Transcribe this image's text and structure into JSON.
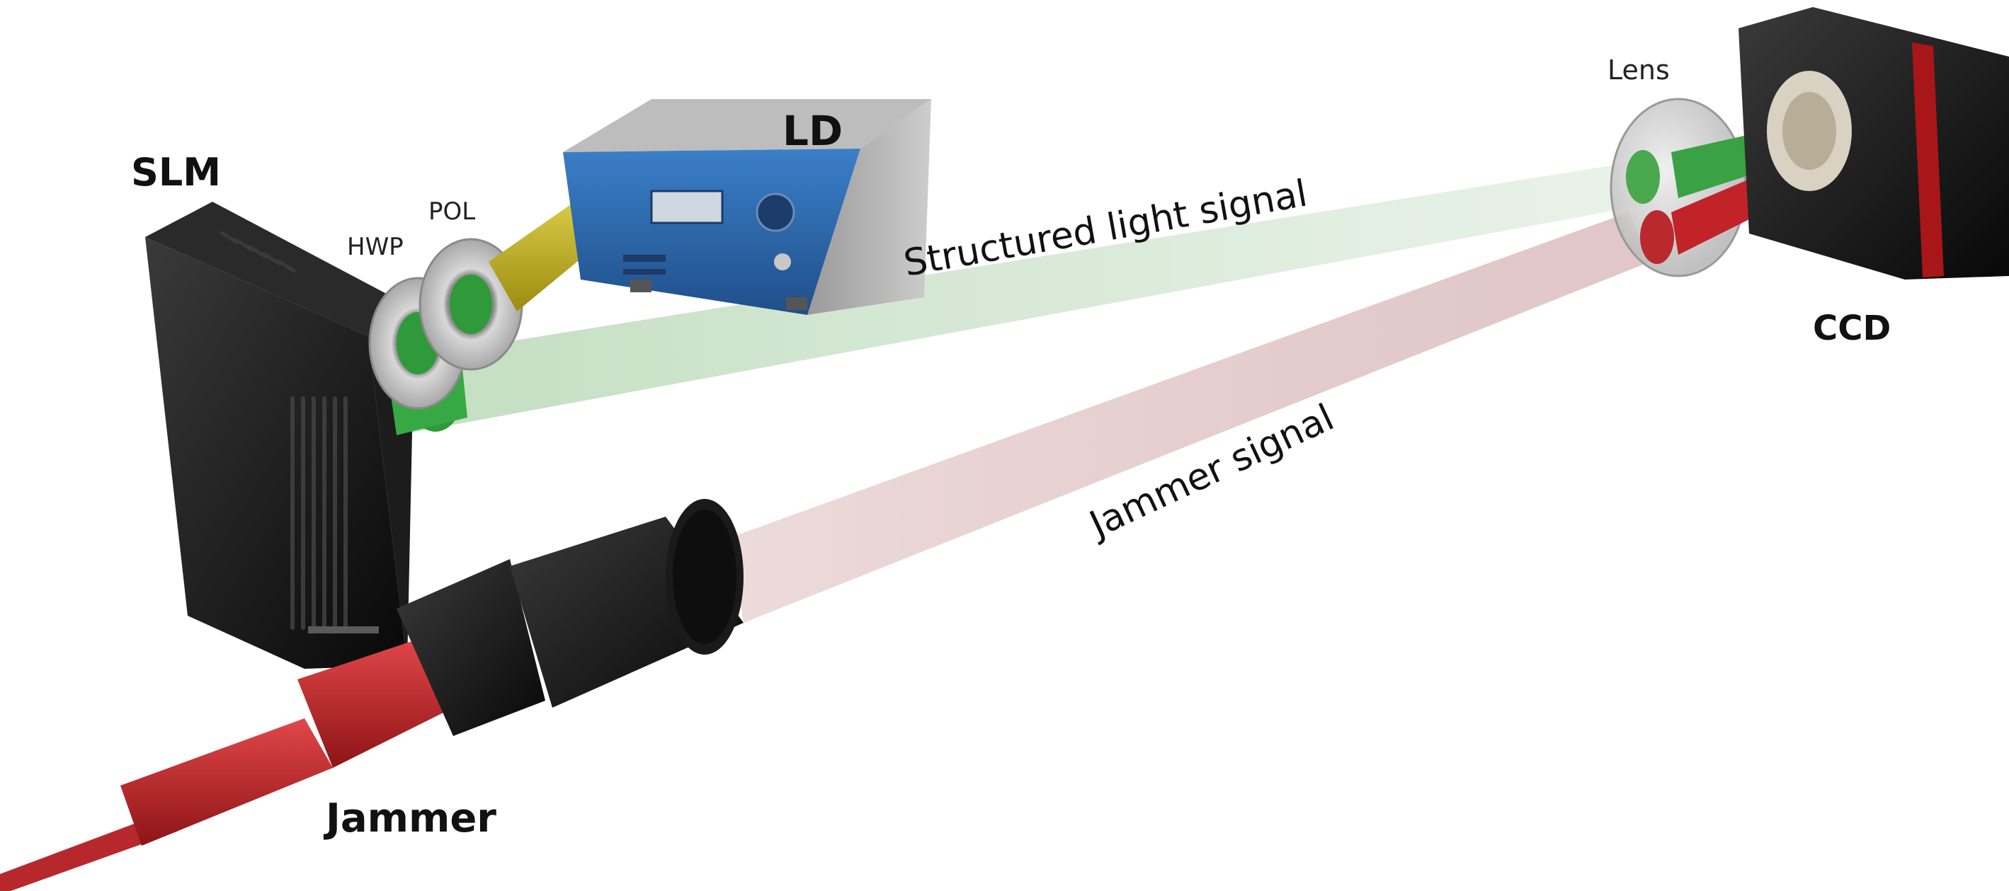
{
  "labels": {
    "ld": "LD",
    "slm": "SLM",
    "hwp": "HWP",
    "pol": "POL",
    "lens": "Lens",
    "ccd": "CCD",
    "jammer": "Jammer",
    "structured_signal": "Structured light signal",
    "jammer_signal": "Jammer signal"
  },
  "colors": {
    "structured_beam": "#b9d6b6",
    "jammer_beam": "#dcbcbc",
    "green": "#2e9a3a",
    "red": "#c8262a",
    "black_body": "#141414",
    "ld_blue": "#2f6db5",
    "ld_grey": "#a8a8a8",
    "fiber_yellow": "#d4c222",
    "ring_grey": "#cfcfcf"
  },
  "icons": {
    "slm": "slm-device-icon",
    "ld": "laser-diode-driver-icon",
    "ccd": "ccd-camera-icon",
    "lens": "lens-icon",
    "jammer": "jammer-laser-icon",
    "hwp": "half-wave-plate-icon",
    "pol": "polarizer-icon"
  }
}
